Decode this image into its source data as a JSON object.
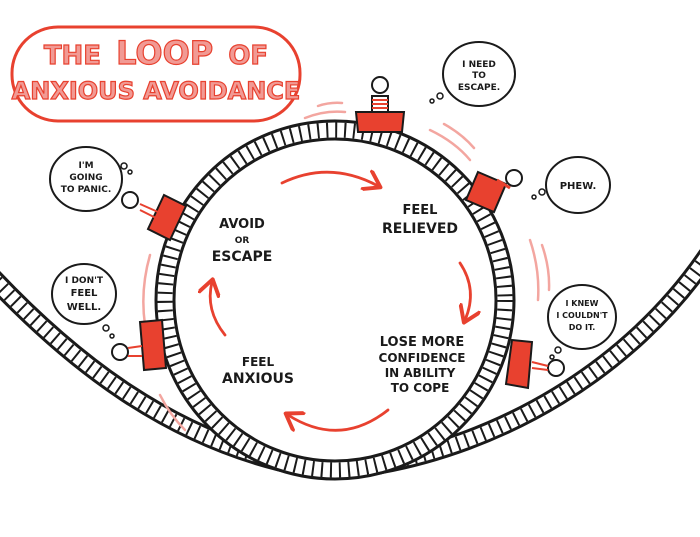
{
  "title": {
    "line1_a": "THE",
    "line1_b": "LOOP",
    "line1_c": "OF",
    "line2": "ANXIOUS AVOIDANCE"
  },
  "cycle": {
    "avoid": [
      "AVOID",
      "OR",
      "ESCAPE"
    ],
    "relieved": [
      "FEEL",
      "RELIEVED"
    ],
    "confidence": [
      "LOSE MORE",
      "CONFIDENCE",
      "IN ABILITY",
      "TO COPE"
    ],
    "anxious": [
      "FEEL",
      "ANXIOUS"
    ]
  },
  "bubbles": {
    "escape": [
      "I NEED",
      "TO",
      "ESCAPE."
    ],
    "phew": [
      "PHEW."
    ],
    "knew": [
      "I KNEW",
      "I COULDN'T",
      "DO IT."
    ],
    "panic": [
      "I'M",
      "GOING",
      "TO PANIC."
    ],
    "unwell": [
      "I DON'T",
      "FEEL",
      "WELL."
    ]
  },
  "colors": {
    "accent": "#e8412f",
    "ink": "#1a1a1a",
    "title_fill": "#f19a94"
  }
}
